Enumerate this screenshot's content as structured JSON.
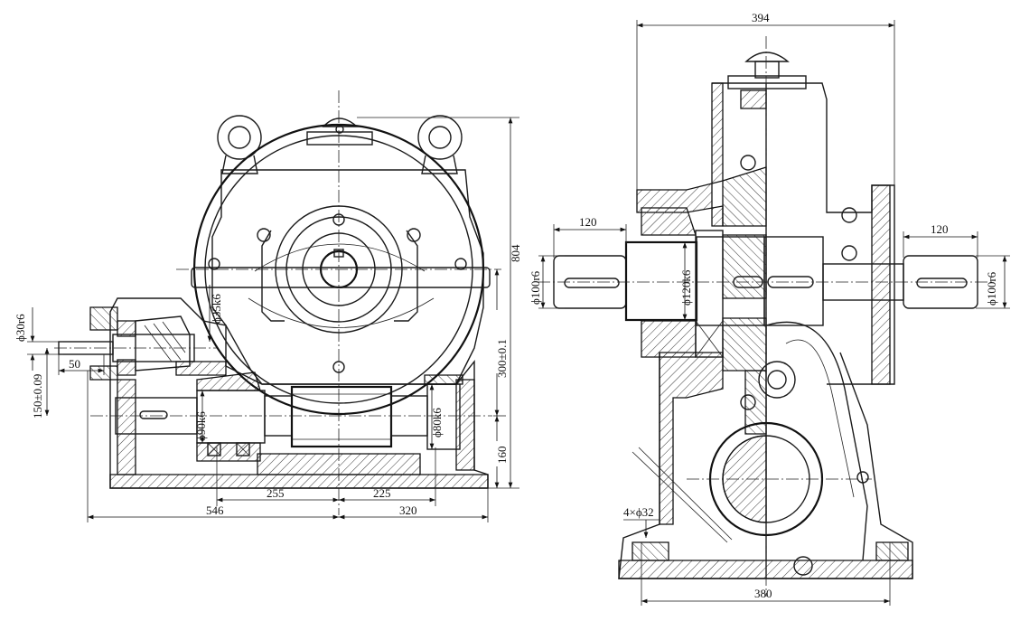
{
  "dimensions": {
    "left_view": {
      "d_phi30r6": "ϕ30r6",
      "d_150": "150±0.09",
      "d_50": "50",
      "d_phi35k6": "ϕ35k6",
      "d_phi90k6": "ϕ90k6",
      "d_phi80k6": "ϕ80k6",
      "d_804": "804",
      "d_300": "300±0.1",
      "d_160": "160",
      "d_255": "255",
      "d_225": "225",
      "d_546": "546",
      "d_320": "320"
    },
    "right_view": {
      "d_394": "394",
      "d_120_left": "120",
      "d_120_right": "120",
      "d_phi100r6_left": "ϕ100r6",
      "d_phi120k6": "ϕ120k6",
      "d_phi100r6_right": "ϕ100r6",
      "d_4x32": "4×ϕ32",
      "d_380": "380"
    }
  }
}
